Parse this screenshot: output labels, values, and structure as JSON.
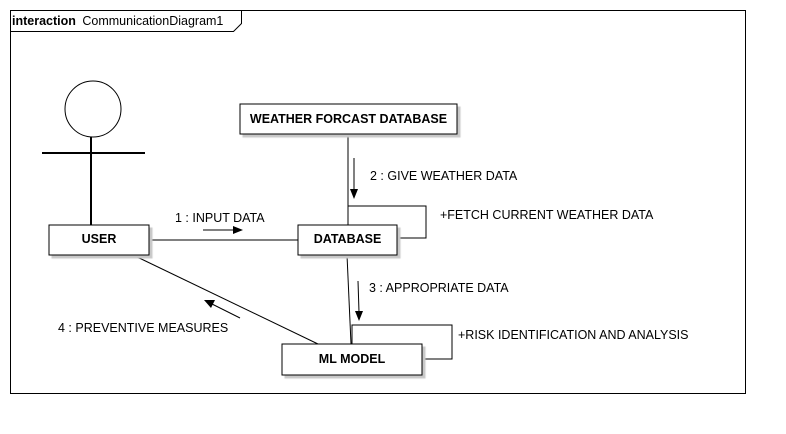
{
  "frame": {
    "keyword": "interaction",
    "name": "CommunicationDiagram1"
  },
  "objects": {
    "weather_db": "WEATHER FORCAST DATABASE",
    "user": "USER",
    "database": "DATABASE",
    "ml_model": "ML MODEL"
  },
  "messages": {
    "m1": "1 : INPUT DATA",
    "m2": "2 : GIVE WEATHER DATA",
    "m3": "3 : APPROPRIATE DATA",
    "m4": "4 : PREVENTIVE MEASURES"
  },
  "self_calls": {
    "database": "+FETCH CURRENT WEATHER DATA",
    "ml_model": "+RISK IDENTIFICATION AND ANALYSIS"
  }
}
